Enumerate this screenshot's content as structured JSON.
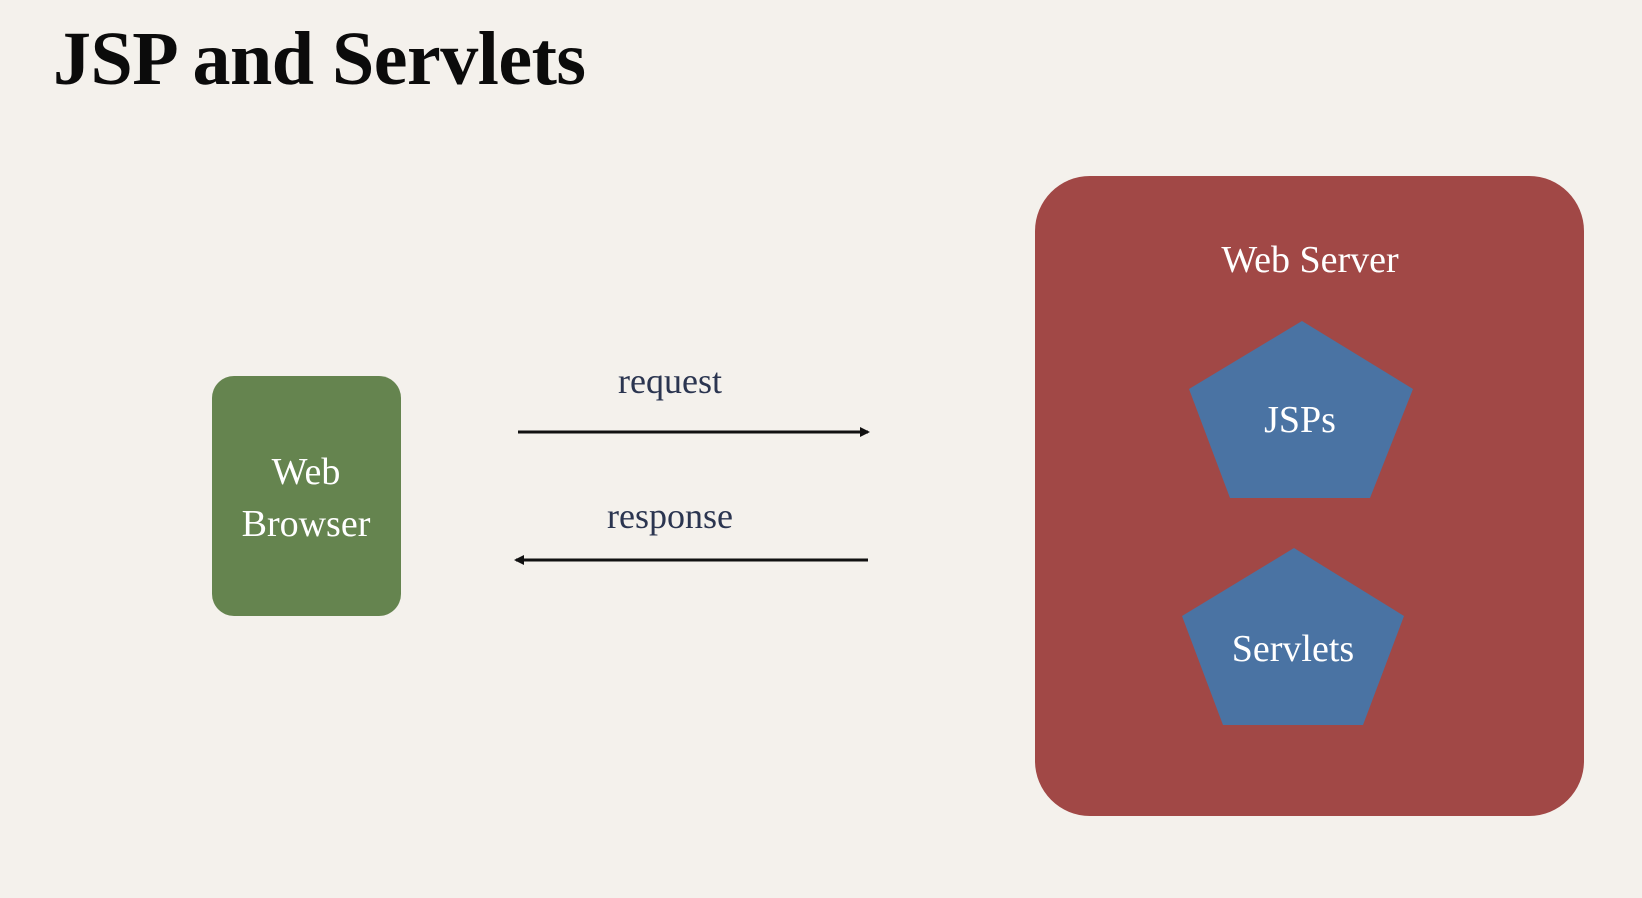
{
  "title": "JSP and Servlets",
  "colors": {
    "background": "#f4f1ec",
    "browser_fill": "#65844f",
    "server_fill": "#a14846",
    "component_fill": "#4a73a3",
    "label_text": "#ffffff",
    "arrow_label_text": "#2b3550",
    "arrow_line": "#111111"
  },
  "diagram": {
    "browser": {
      "label_line1": "Web",
      "label_line2": "Browser"
    },
    "request": {
      "label": "request",
      "direction": "to-server"
    },
    "response": {
      "label": "response",
      "direction": "to-browser"
    },
    "server": {
      "label": "Web Server",
      "components": [
        {
          "label": "JSPs",
          "shape": "pentagon"
        },
        {
          "label": "Servlets",
          "shape": "pentagon"
        }
      ]
    }
  }
}
